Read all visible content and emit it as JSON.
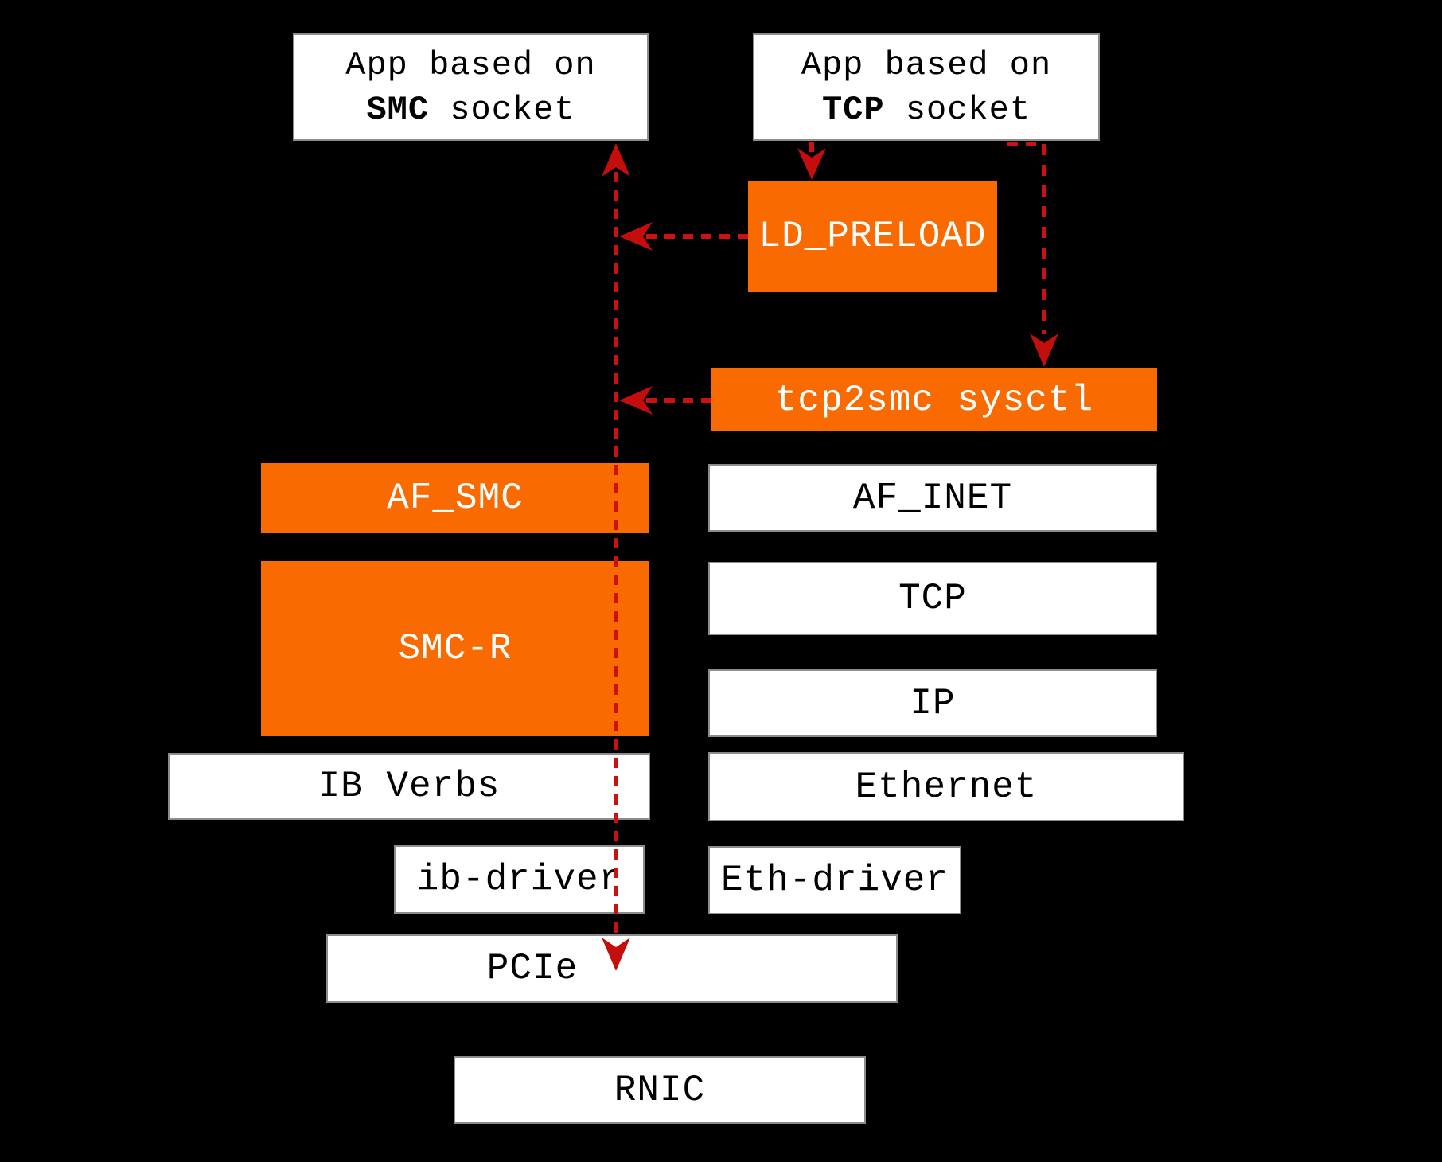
{
  "diagram": {
    "background_color": "#000000",
    "colors": {
      "node_highlight": "#f96a00",
      "node_plain": "#ffffff",
      "arrow_dash": "#cc1111",
      "arrow_head": "#c40d0d",
      "text_on_orange": "#ffffff",
      "text_on_white": "#000000"
    },
    "app_smc": {
      "line1": "App based on",
      "bold": "SMC",
      "rest": " socket"
    },
    "app_tcp": {
      "line1": "App based on",
      "bold": "TCP",
      "rest": " socket"
    },
    "labels": {
      "ld_preload": "LD_PRELOAD",
      "tcp2smc": "tcp2smc sysctl",
      "af_smc": "AF_SMC",
      "af_inet": "AF_INET",
      "tcp": "TCP",
      "smc_r": "SMC-R",
      "ip": "IP",
      "ib_verbs": "IB Verbs",
      "ethernet": "Ethernet",
      "ib_driver": "ib-driver",
      "eth_driver": "Eth-driver",
      "pcie": "PCIe",
      "rnic": "RNIC"
    }
  }
}
